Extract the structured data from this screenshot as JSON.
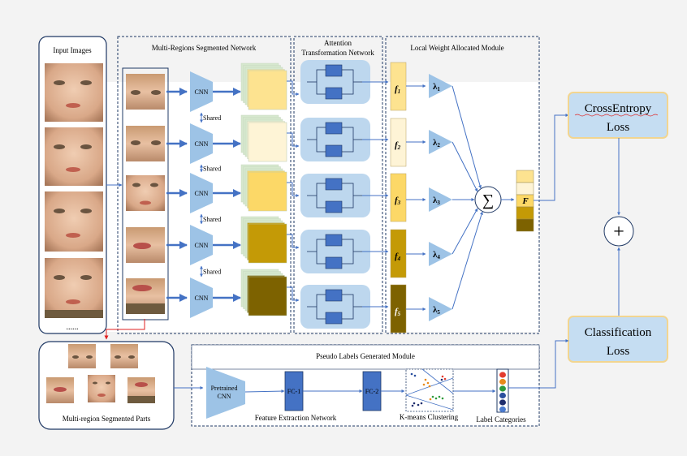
{
  "labels": {
    "input_images": "Input Images",
    "input_dots": "......",
    "mrsn": "Multi-Regions Segmented Network",
    "atn_line1": "Attention",
    "atn_line2": "Transformation Network",
    "lwam": "Local Weight Allocated Module",
    "cnn": "CNN",
    "shared": "Shared",
    "crossentropy_line1": "CrossEntropy",
    "crossentropy_line2": "Loss",
    "classification_line1": "Classification",
    "classification_line2": "Loss",
    "plus": "+",
    "sum": "∑",
    "F": "F",
    "pseudo": "Pseudo Labels Generated Module",
    "pretrained_line1": "Pretrained",
    "pretrained_line2": "CNN",
    "fc1": "FC-1",
    "fc2": "FC-2",
    "feature_extraction": "Feature Extraction Network",
    "kmeans": "K-means Clustering",
    "label_categories": "Label Categories",
    "mr_parts": "Multi-region Segmented Parts"
  },
  "features": [
    {
      "f": "f",
      "sub": "1",
      "lam": "λ",
      "lsub": "1",
      "color": "#fde390"
    },
    {
      "f": "f",
      "sub": "2",
      "lam": "λ",
      "lsub": "2",
      "color": "#fef4d6"
    },
    {
      "f": "f",
      "sub": "3",
      "lam": "λ",
      "lsub": "3",
      "color": "#fcd867"
    },
    {
      "f": "f",
      "sub": "4",
      "lam": "λ",
      "lsub": "4",
      "color": "#c49a06"
    },
    {
      "f": "f",
      "sub": "5",
      "lam": "λ",
      "lsub": "5",
      "color": "#7d6200"
    }
  ],
  "F_stack_colors": [
    "#fde390",
    "#fef4d6",
    "#fcd867",
    "#c49a06",
    "#7d6200"
  ],
  "label_category_colors": [
    "#e33b2e",
    "#e88a1a",
    "#2e9a3b",
    "#2a4f9e",
    "#1e2e6e",
    "#4a7bd0"
  ],
  "colors": {
    "arrow": "#4472c4",
    "cnn": "#9dc3e6",
    "attention_bg": "#bdd7ee",
    "attention_box": "#4472c4",
    "loss_box": "#c5ddf2",
    "loss_border": "#f2d590",
    "red_arrow": "#e02020"
  }
}
